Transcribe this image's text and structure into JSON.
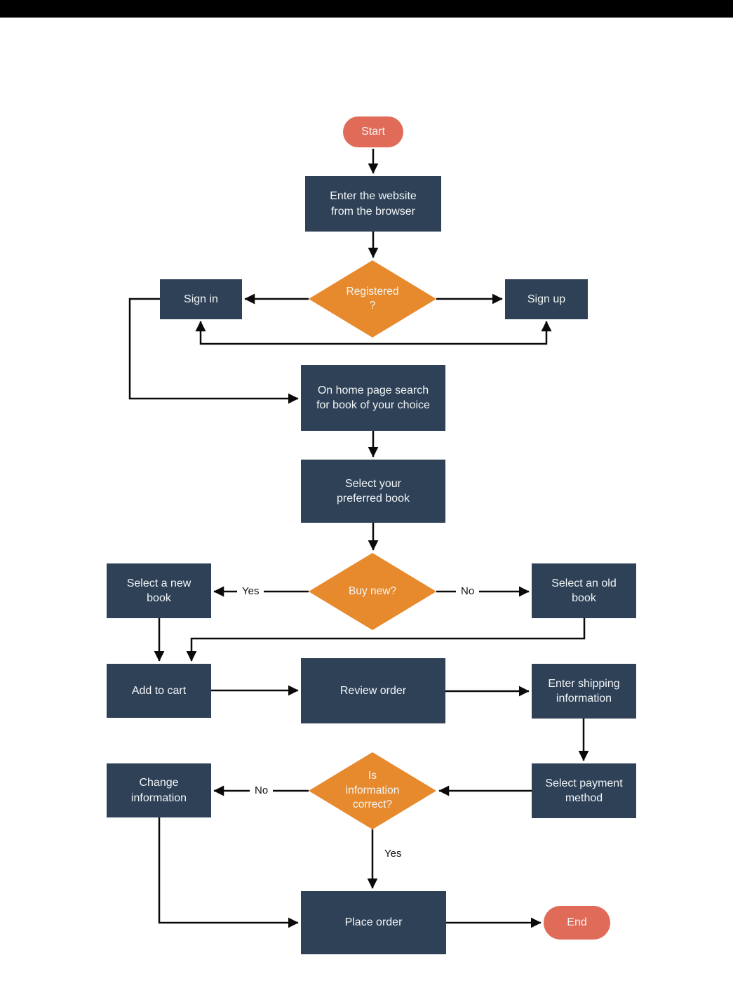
{
  "page": {
    "background": "#ffffff",
    "top_bar_color": "#000000"
  },
  "palette": {
    "node_fill": "#2E4156",
    "decision_fill": "#E78A2D",
    "terminal_fill": "#E06B59",
    "node_text": "#F2F5F7",
    "connector": "#0a0a0a",
    "label_text": "#111111"
  },
  "nodes": {
    "start": {
      "type": "terminal",
      "label": "Start"
    },
    "enter_website": {
      "type": "process",
      "label": "Enter the website\nfrom the browser"
    },
    "registered": {
      "type": "decision",
      "label": "Registered\n?"
    },
    "sign_in": {
      "type": "process",
      "label": "Sign in"
    },
    "sign_up": {
      "type": "process",
      "label": "Sign up"
    },
    "search_book": {
      "type": "process",
      "label": "On home page search\nfor book of your choice"
    },
    "select_book": {
      "type": "process",
      "label": "Select your\npreferred book"
    },
    "buy_new": {
      "type": "decision",
      "label": "Buy new?"
    },
    "new_book": {
      "type": "process",
      "label": "Select a new\nbook"
    },
    "old_book": {
      "type": "process",
      "label": "Select an old\nbook"
    },
    "add_to_cart": {
      "type": "process",
      "label": "Add to cart"
    },
    "review_order": {
      "type": "process",
      "label": "Review order"
    },
    "shipping": {
      "type": "process",
      "label": "Enter shipping\ninformation"
    },
    "payment": {
      "type": "process",
      "label": "Select payment\nmethod"
    },
    "info_correct": {
      "type": "decision",
      "label": "Is\ninformation\ncorrect?"
    },
    "change_info": {
      "type": "process",
      "label": "Change\ninformation"
    },
    "place_order": {
      "type": "process",
      "label": "Place order"
    },
    "end": {
      "type": "terminal",
      "label": "End"
    }
  },
  "edges": [
    {
      "from": "start",
      "to": "enter_website"
    },
    {
      "from": "enter_website",
      "to": "registered"
    },
    {
      "from": "registered",
      "to": "sign_in"
    },
    {
      "from": "registered",
      "to": "sign_up"
    },
    {
      "from": "sign_up",
      "to": "sign_in",
      "bidirectional": true
    },
    {
      "from": "sign_in",
      "to": "search_book"
    },
    {
      "from": "search_book",
      "to": "select_book"
    },
    {
      "from": "select_book",
      "to": "buy_new"
    },
    {
      "from": "buy_new",
      "to": "new_book",
      "label": "Yes"
    },
    {
      "from": "buy_new",
      "to": "old_book",
      "label": "No"
    },
    {
      "from": "new_book",
      "to": "add_to_cart"
    },
    {
      "from": "old_book",
      "to": "add_to_cart"
    },
    {
      "from": "add_to_cart",
      "to": "review_order"
    },
    {
      "from": "review_order",
      "to": "shipping"
    },
    {
      "from": "shipping",
      "to": "payment"
    },
    {
      "from": "payment",
      "to": "info_correct"
    },
    {
      "from": "info_correct",
      "to": "change_info",
      "label": "No"
    },
    {
      "from": "info_correct",
      "to": "place_order",
      "label": "Yes"
    },
    {
      "from": "change_info",
      "to": "place_order"
    },
    {
      "from": "place_order",
      "to": "end"
    }
  ]
}
